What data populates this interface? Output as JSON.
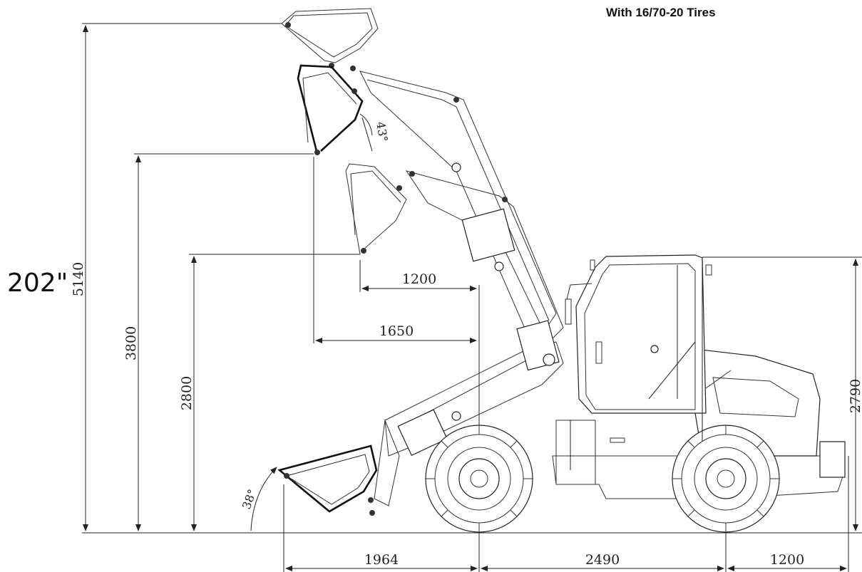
{
  "heading": "With 16/70-20 Tires",
  "height_inches_label": "202\"",
  "dimensions": {
    "max_height": "5140",
    "hinge_height": "3800",
    "dump_height": "2800",
    "reach_inner": "1200",
    "reach_outer": "1650",
    "cab_height": "2790",
    "front_overhang": "1964",
    "wheelbase": "2490",
    "rear_overhang": "1200"
  },
  "angles": {
    "dump_angle": "43°",
    "rollback_angle": "38°"
  }
}
